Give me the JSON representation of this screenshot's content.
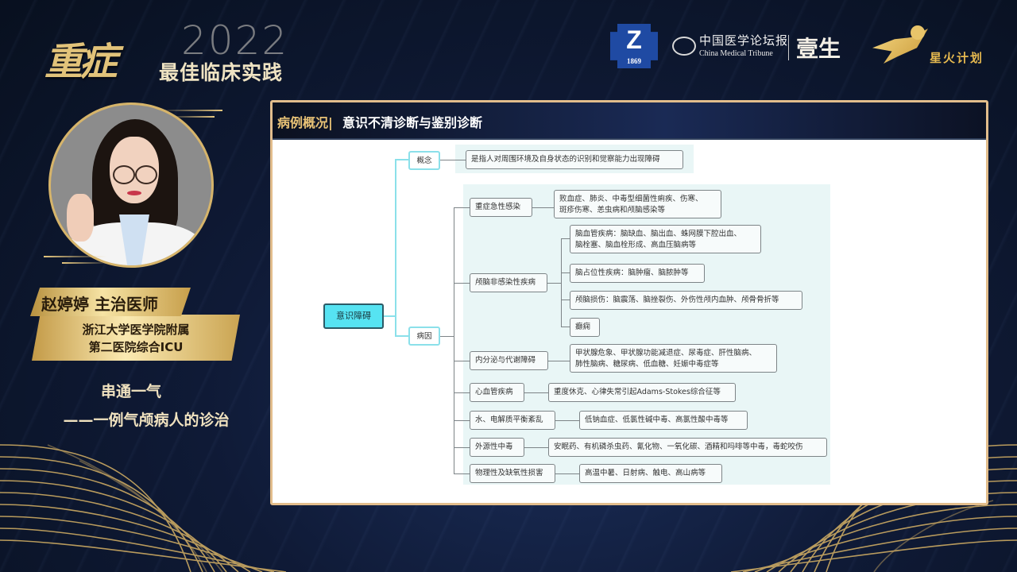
{
  "event": {
    "title_calligraphy": "重症",
    "year": "2022",
    "title_suffix": "最佳临床实践"
  },
  "logos": {
    "zjsc_year": "1869",
    "zjsc_letter": "Z",
    "cmt_cn": "中国医学论坛报",
    "cmt_en": "China Medical Tribune",
    "cmt_brand": "壹生",
    "spark_program": "星火计划"
  },
  "speaker": {
    "name_title": "赵婷婷 主治医师",
    "org_line1": "浙江大学医学院附属",
    "org_line2": "第二医院综合ICU",
    "talk_title_line1": "串通一气",
    "talk_title_line2": "——一例气颅病人的诊治"
  },
  "slide": {
    "header_highlight": "病例概况|",
    "header_title": "意识不清诊断与鉴别诊断",
    "mindmap": {
      "root": "意识障碍",
      "concept": {
        "label": "概念",
        "detail": "是指人对周围环境及自身状态的识别和觉察能力出现障碍"
      },
      "causes": {
        "label": "病因",
        "items": [
          {
            "label": "重症急性感染",
            "detail_line1": "败血症、肺炎、中毒型细菌性痢疾、伤寒、",
            "detail_line2": "斑疹伤寒、恙虫病和颅脑感染等"
          },
          {
            "label": "颅脑非感染性疾病",
            "children": [
              {
                "line1": "脑血管疾病：脑缺血、脑出血、蛛网膜下腔出血、",
                "line2": "脑栓塞、脑血栓形成、高血压脑病等"
              },
              {
                "line1": "脑占位性疾病：脑肿瘤、脑脓肿等"
              },
              {
                "line1": "颅脑损伤：脑震荡、脑挫裂伤、外伤性颅内血肿、颅骨骨折等"
              },
              {
                "line1": "癫痫"
              }
            ]
          },
          {
            "label": "内分泌与代谢障碍",
            "detail_line1": "甲状腺危象、甲状腺功能减退症、尿毒症、肝性脑病、",
            "detail_line2": "肺性脑病、糖尿病、低血糖、妊娠中毒症等"
          },
          {
            "label": "心血管疾病",
            "detail_line1": "重度休克、心律失常引起Adams-Stokes综合征等"
          },
          {
            "label": "水、电解质平衡紊乱",
            "detail_line1": "低钠血症、低氯性碱中毒、高氯性酸中毒等"
          },
          {
            "label": "外源性中毒",
            "detail_line1": "安眠药、有机磷杀虫药、氰化物、一氧化碳、酒精和吗啡等中毒，毒蛇咬伤"
          },
          {
            "label": "物理性及缺氧性损害",
            "detail_line1": "高温中暑、日射病、触电、高山病等"
          }
        ]
      }
    }
  },
  "colors": {
    "background": "#0f1a36",
    "gold": "#d6b46a",
    "slide_border": "#e2bd8c",
    "root_node": "#56e3f2",
    "category_border": "#8be0ea",
    "tint": "#e9f6f6"
  }
}
